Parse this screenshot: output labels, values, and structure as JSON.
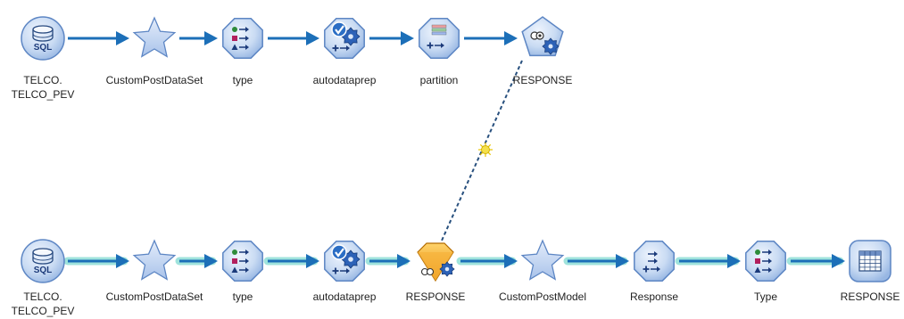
{
  "top_stream": {
    "nodes": [
      {
        "id": "t1",
        "type": "database-source",
        "icon": "database-sql-icon",
        "icon_text": "SQL",
        "label_lines": [
          "TELCO.",
          "TELCO_PEV"
        ]
      },
      {
        "id": "t2",
        "type": "custom-star",
        "icon": "star-icon",
        "label_lines": [
          "CustomPostDataSet"
        ]
      },
      {
        "id": "t3",
        "type": "type",
        "icon": "type-icon",
        "label_lines": [
          "type"
        ]
      },
      {
        "id": "t4",
        "type": "autodataprep",
        "icon": "autodataprep-icon",
        "label_lines": [
          "autodataprep"
        ]
      },
      {
        "id": "t5",
        "type": "partition",
        "icon": "partition-icon",
        "label_lines": [
          "partition"
        ]
      },
      {
        "id": "t6",
        "type": "model-builder",
        "icon": "model-builder-icon",
        "label_lines": [
          "RESPONSE"
        ]
      }
    ]
  },
  "bottom_stream": {
    "nodes": [
      {
        "id": "b1",
        "type": "database-source",
        "icon": "database-sql-icon",
        "icon_text": "SQL",
        "label_lines": [
          "TELCO.",
          "TELCO_PEV"
        ]
      },
      {
        "id": "b2",
        "type": "custom-star",
        "icon": "star-icon",
        "label_lines": [
          "CustomPostDataSet"
        ]
      },
      {
        "id": "b3",
        "type": "type",
        "icon": "type-icon",
        "label_lines": [
          "type"
        ]
      },
      {
        "id": "b4",
        "type": "autodataprep",
        "icon": "autodataprep-icon",
        "label_lines": [
          "autodataprep"
        ]
      },
      {
        "id": "b5",
        "type": "model-nugget",
        "icon": "model-nugget-icon",
        "label_lines": [
          "RESPONSE"
        ]
      },
      {
        "id": "b6",
        "type": "custom-star",
        "icon": "star-icon",
        "label_lines": [
          "CustomPostModel"
        ]
      },
      {
        "id": "b7",
        "type": "filter",
        "icon": "filter-icon",
        "label_lines": [
          "Response"
        ]
      },
      {
        "id": "b8",
        "type": "type",
        "icon": "type-icon",
        "label_lines": [
          "Type"
        ]
      },
      {
        "id": "b9",
        "type": "table-output",
        "icon": "table-icon",
        "label_lines": [
          "RESPONSE"
        ]
      }
    ]
  },
  "model_link": {
    "from": "t6",
    "to": "b5",
    "style": "dashed",
    "marker": "link-sun-icon"
  },
  "colors": {
    "connector": "#1c6fb8",
    "connector_highlight": "#9fe3dc",
    "node_fill": "#c9dbf3",
    "node_stroke": "#5d86c4",
    "star_fill": "#b9d0ef",
    "nugget_fill": "#f3a21b",
    "link_dash": "#28507e",
    "link_marker": "#f5e04a",
    "label_text": "#222222"
  }
}
